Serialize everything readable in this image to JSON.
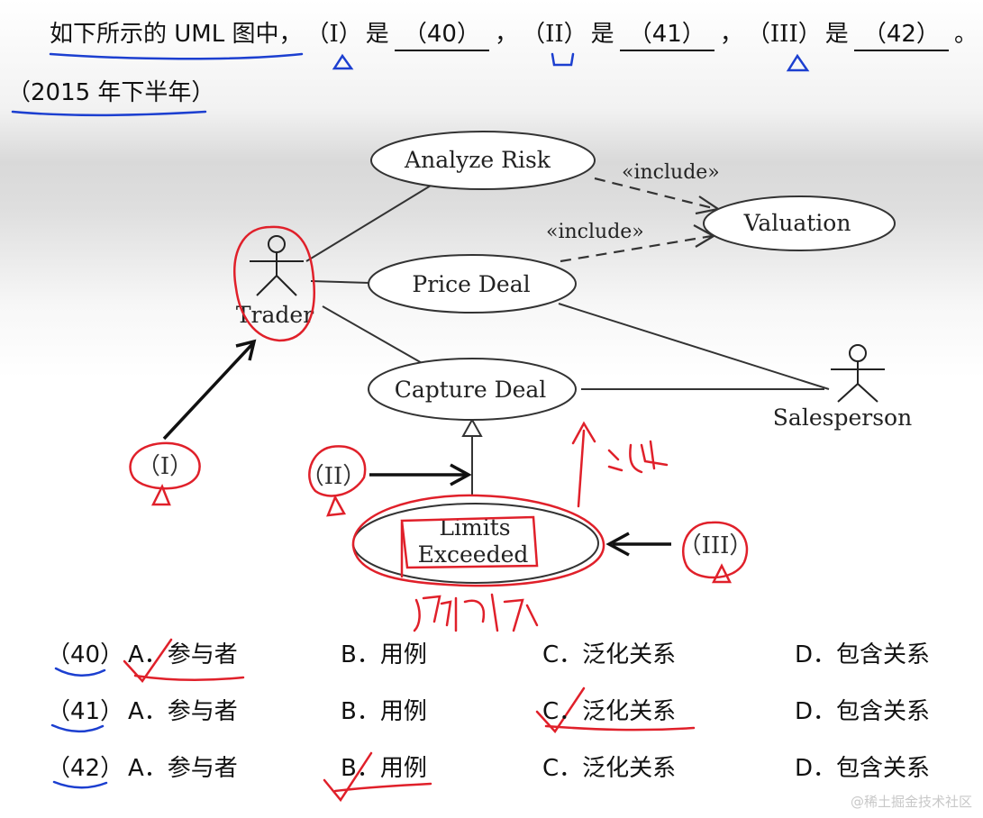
{
  "question": {
    "prefix": "如下所示的 UML 图中，",
    "r1": "（I）",
    "is": "是",
    "b1": "（40）",
    "comma": "，",
    "r2": "（II）",
    "b2": "（41）",
    "r3": "（III）",
    "b3": "（42）",
    "end": "。",
    "year": "（2015 年下半年）"
  },
  "diagram": {
    "use_cases": {
      "analyze_risk": "Analyze Risk",
      "valuation": "Valuation",
      "price_deal": "Price Deal",
      "capture_deal": "Capture Deal",
      "limits_line1": "Limits",
      "limits_line2": "Exceeded"
    },
    "actors": {
      "trader": "Trader",
      "salesperson": "Salesperson"
    },
    "include_label": "«include»",
    "markers": {
      "i": "（I）",
      "ii": "（II）",
      "iii": "（III）"
    }
  },
  "options": [
    {
      "num": "（40）",
      "a": "A．参与者",
      "b": "B．用例",
      "c": "C．泛化关系",
      "d": "D．包含关系"
    },
    {
      "num": "（41）",
      "a": "A．参与者",
      "b": "B．用例",
      "c": "C．泛化关系",
      "d": "D．包含关系"
    },
    {
      "num": "（42）",
      "a": "A．参与者",
      "b": "B．用例",
      "c": "C．泛化关系",
      "d": "D．包含关系"
    }
  ],
  "watermark": "@稀土掘金技术社区",
  "colors": {
    "annotation_red": "#e0202a",
    "annotation_blue": "#1c3fd0",
    "ink": "#111111"
  }
}
